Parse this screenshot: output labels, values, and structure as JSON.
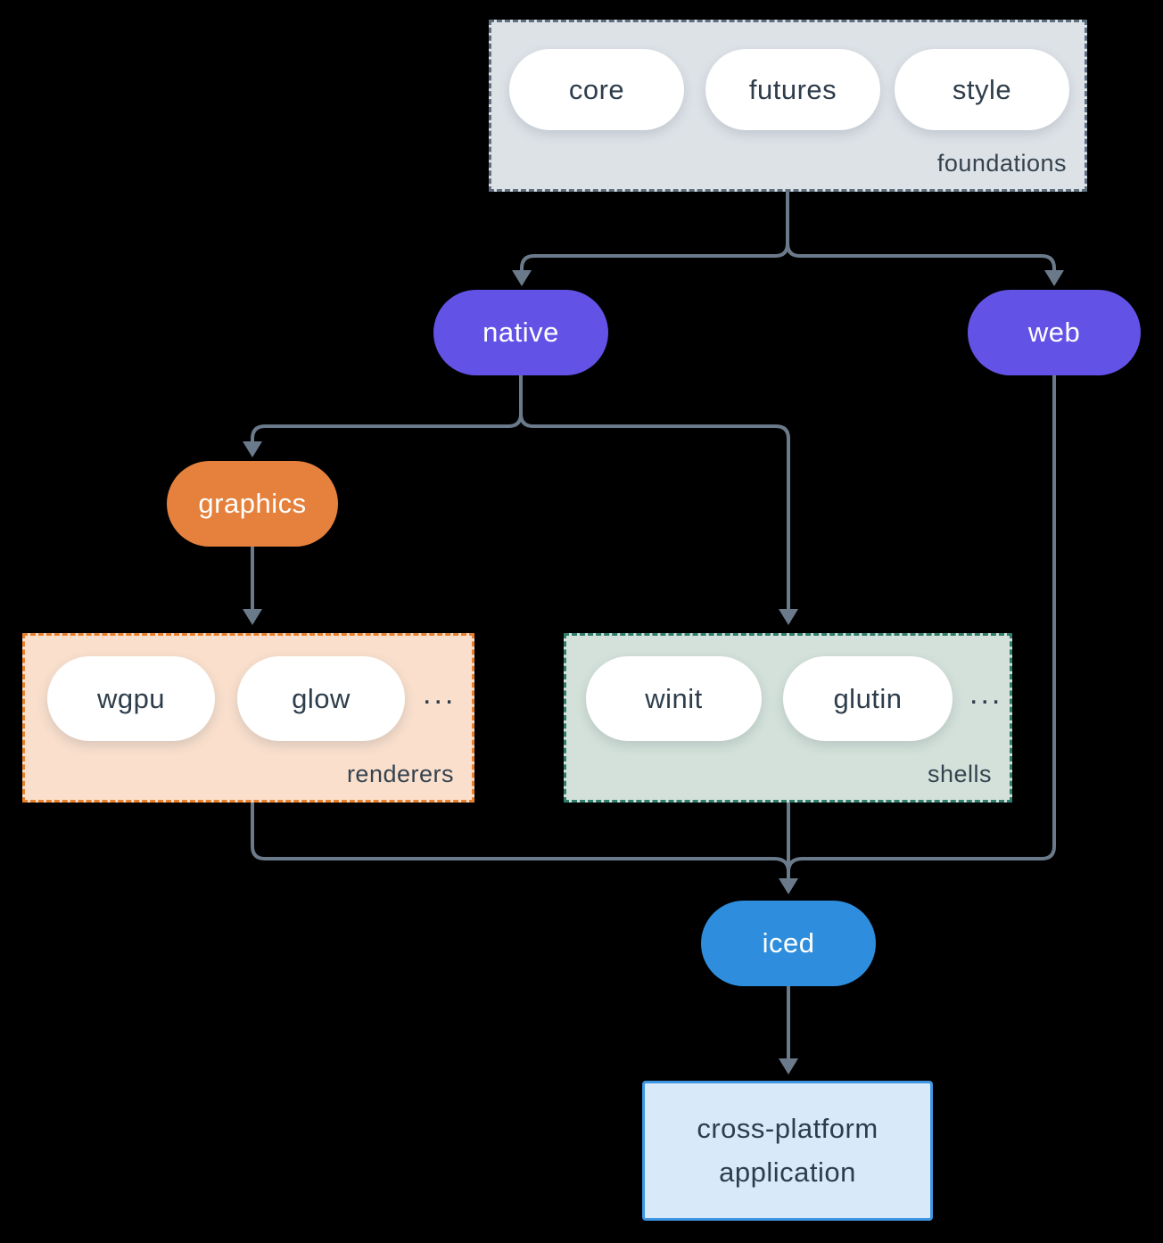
{
  "groups": {
    "foundations": {
      "label": "foundations",
      "pills": [
        "core",
        "futures",
        "style"
      ]
    },
    "renderers": {
      "label": "renderers",
      "pills": [
        "wgpu",
        "glow"
      ],
      "ellipsis": "..."
    },
    "shells": {
      "label": "shells",
      "pills": [
        "winit",
        "glutin"
      ],
      "ellipsis": "..."
    }
  },
  "nodes": {
    "native": "native",
    "web": "web",
    "graphics": "graphics",
    "iced": "iced",
    "application": "cross-platform application"
  },
  "colors": {
    "background": "#000000",
    "foundations_fill": "#dde2e7",
    "foundations_border": "#5f6f7f",
    "pill_fill": "#ffffff",
    "pill_text": "#2e3d4c",
    "label_text": "#35434f",
    "purple": "#6352e6",
    "orange": "#e5813c",
    "renderers_fill": "#f9dfcc",
    "renderers_border": "#e8812e",
    "shells_fill": "#d3e1da",
    "shells_border": "#2f7d6d",
    "iced_blue": "#2e8edd",
    "app_fill": "#d8e9f9",
    "app_border": "#3e95e1",
    "arrow": "#6b7a8b"
  }
}
